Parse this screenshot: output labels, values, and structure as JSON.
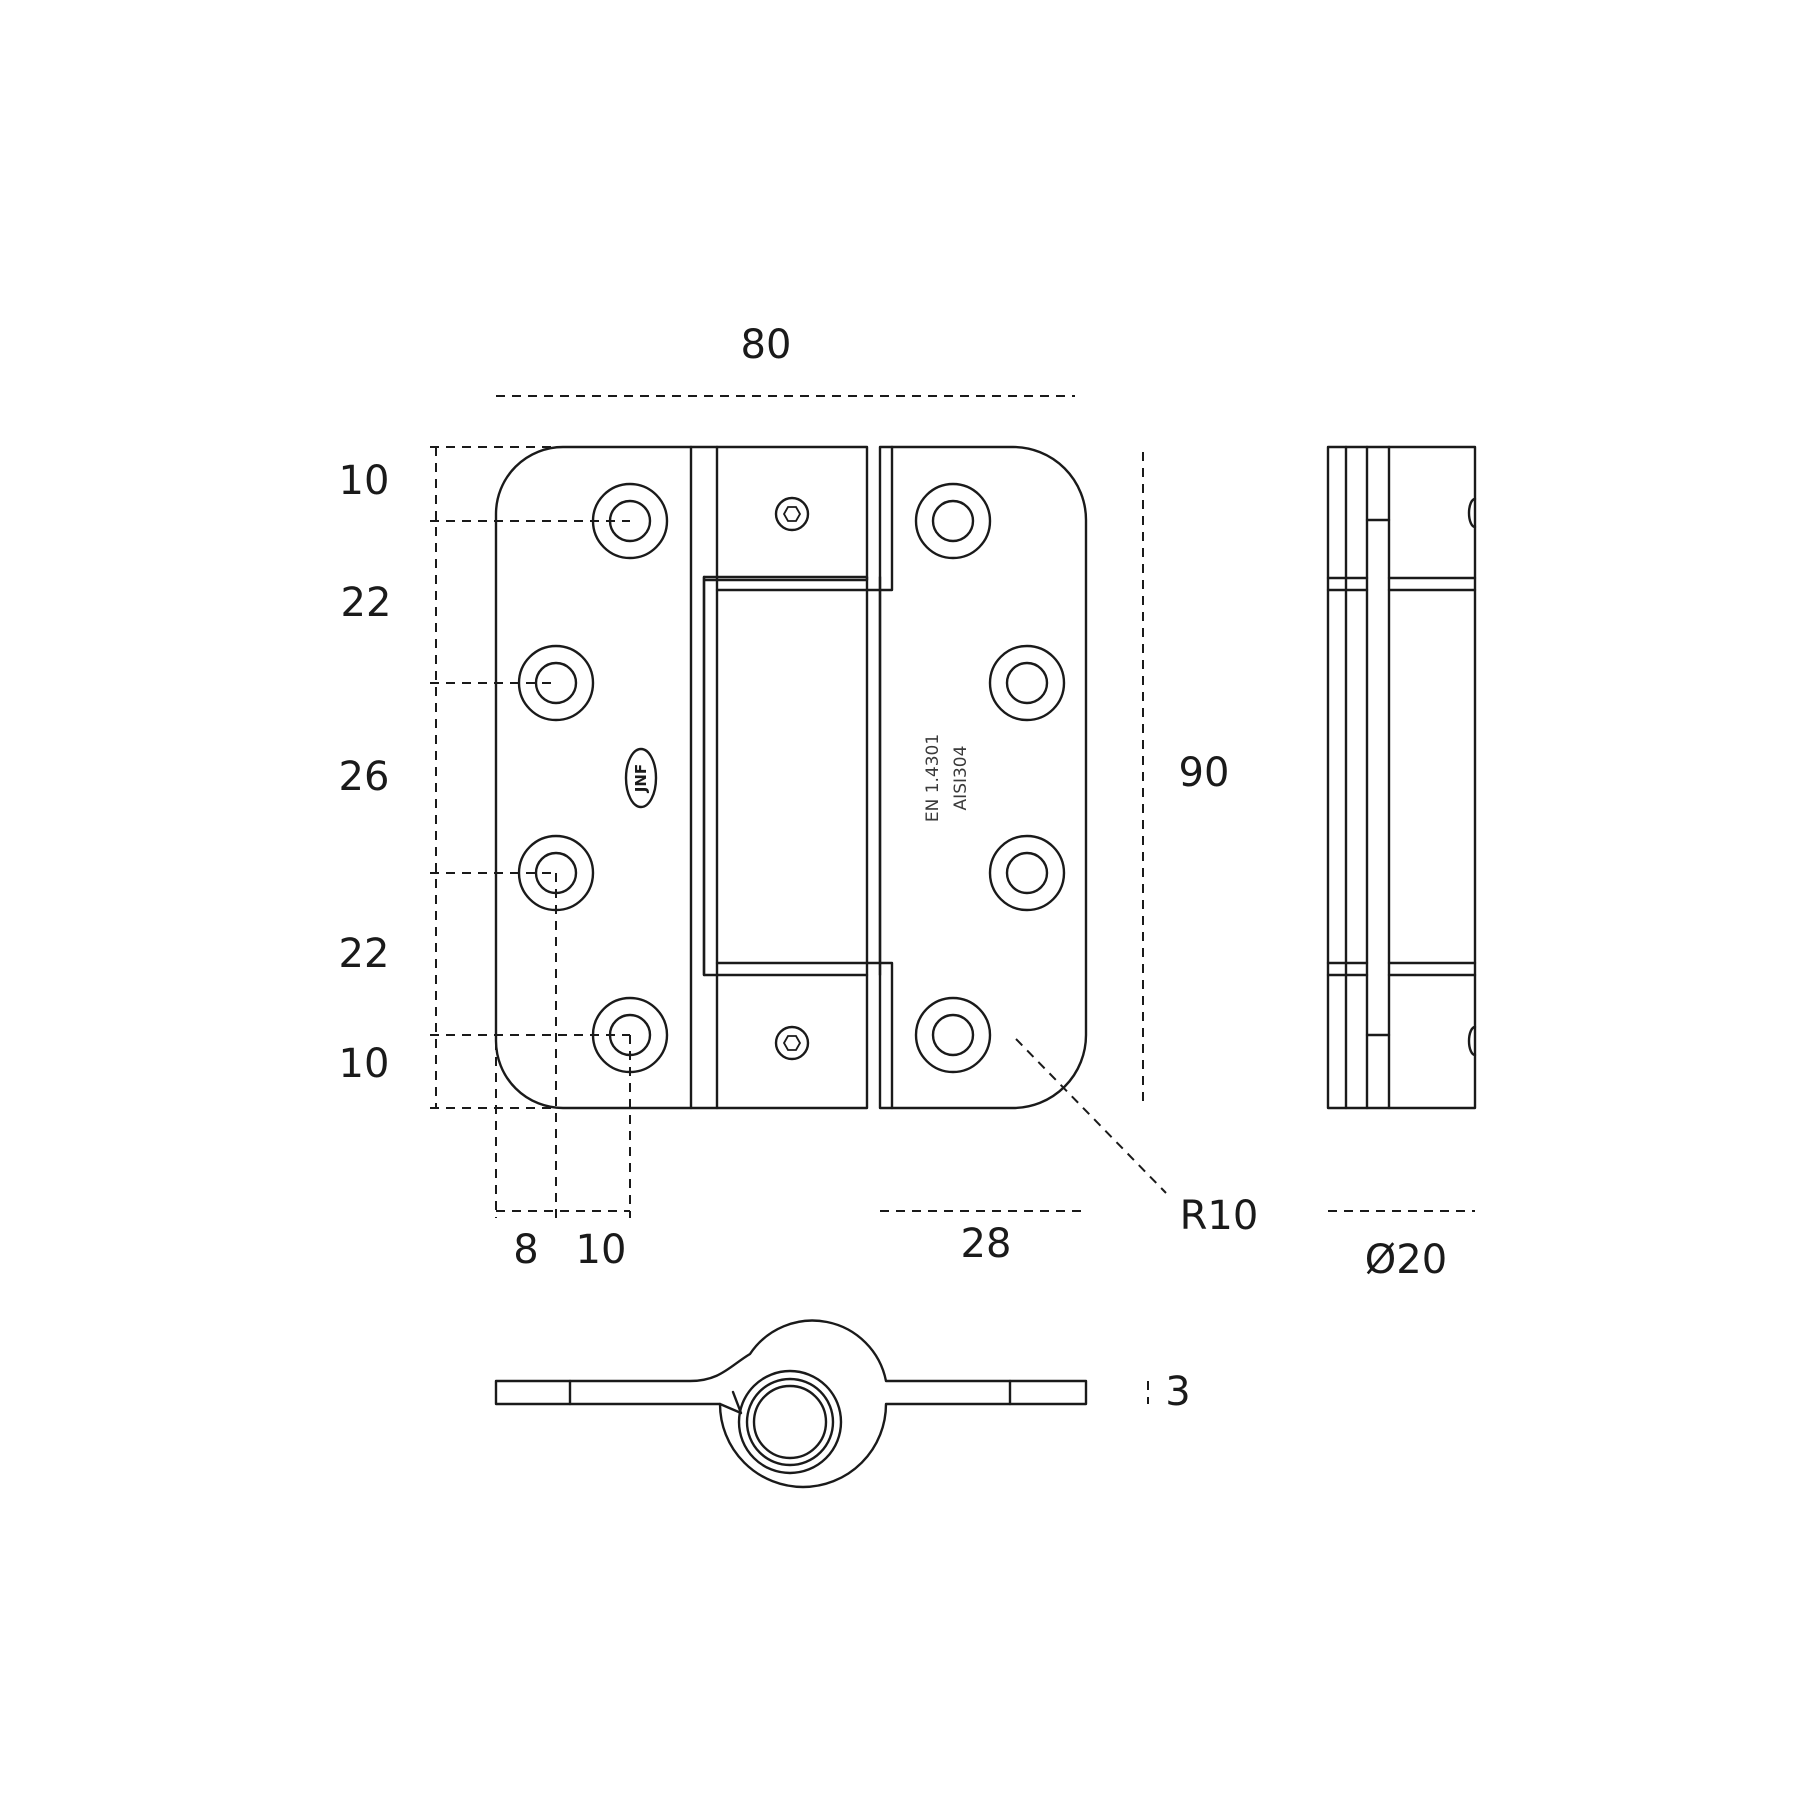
{
  "dimensions": {
    "overall_width": "80",
    "overall_height": "90",
    "hole_offset_top": "10",
    "hole_spacing_1": "22",
    "hole_spacing_2": "26",
    "hole_spacing_3": "22",
    "hole_offset_bottom": "10",
    "hole_edge_offset": "8",
    "hole_row_offset": "10",
    "leaf_width": "28",
    "corner_radius": "R10",
    "knuckle_diameter": "Ø20",
    "leaf_thickness": "3"
  },
  "markings": {
    "material_line_1": "EN 1.4301",
    "material_line_2": "AISI304",
    "logo_text": "JNF"
  }
}
